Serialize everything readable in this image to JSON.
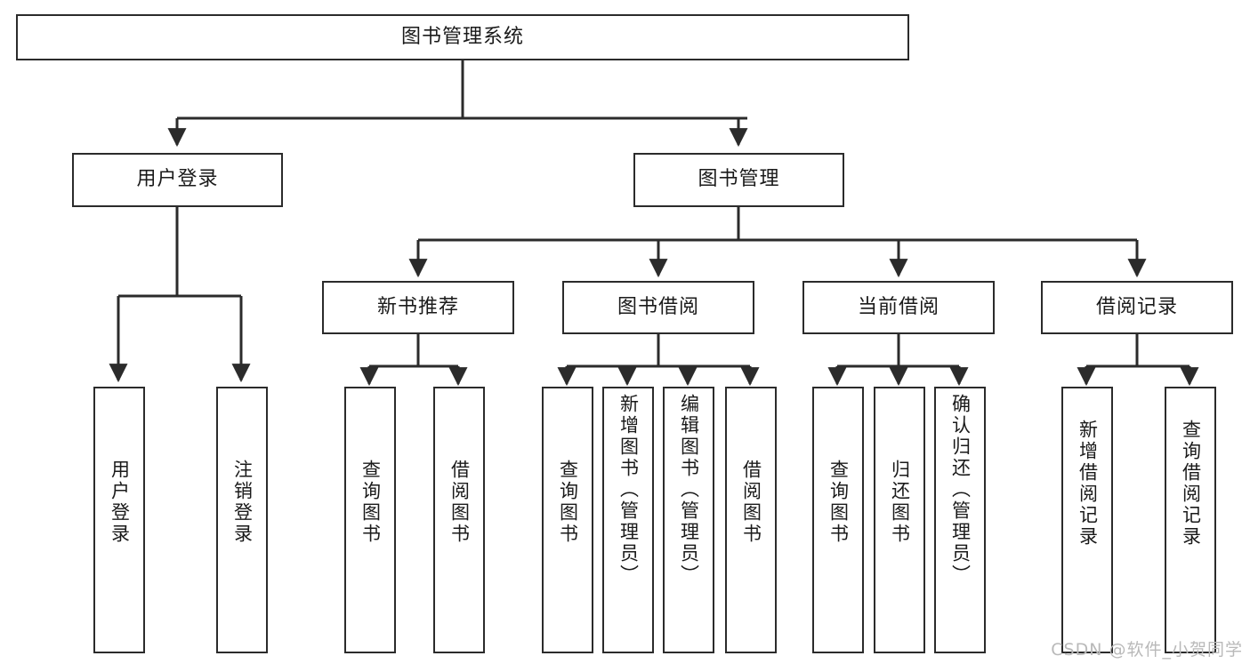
{
  "diagram": {
    "title_node": {
      "label": "图书管理系统"
    },
    "level2": [
      {
        "label": "用户登录"
      },
      {
        "label": "图书管理"
      }
    ],
    "level3": [
      {
        "label": "新书推荐"
      },
      {
        "label": "图书借阅"
      },
      {
        "label": "当前借阅"
      },
      {
        "label": "借阅记录"
      }
    ],
    "leaves": [
      {
        "label": "用户登录",
        "parent": "用户登录"
      },
      {
        "label": "注销登录",
        "parent": "用户登录"
      },
      {
        "label": "查询图书",
        "parent": "新书推荐"
      },
      {
        "label": "借阅图书",
        "parent": "新书推荐"
      },
      {
        "label": "查询图书",
        "parent": "图书借阅"
      },
      {
        "label": "新增图书（管理员）",
        "parent": "图书借阅"
      },
      {
        "label": "编辑图书（管理员）",
        "parent": "图书借阅"
      },
      {
        "label": "借阅图书",
        "parent": "图书借阅"
      },
      {
        "label": "查询图书",
        "parent": "当前借阅"
      },
      {
        "label": "归还图书",
        "parent": "当前借阅"
      },
      {
        "label": "确认归还（管理员）",
        "parent": "当前借阅"
      },
      {
        "label": "新增借阅记录",
        "parent": "借阅记录"
      },
      {
        "label": "查询借阅记录",
        "parent": "借阅记录"
      }
    ],
    "watermark": "CSDN @软件_小贺同学",
    "colors": {
      "stroke": "#2b2b2b",
      "fill": "#ffffff",
      "text": "#1a1a1a",
      "watermark": "#b9b9b9"
    }
  }
}
